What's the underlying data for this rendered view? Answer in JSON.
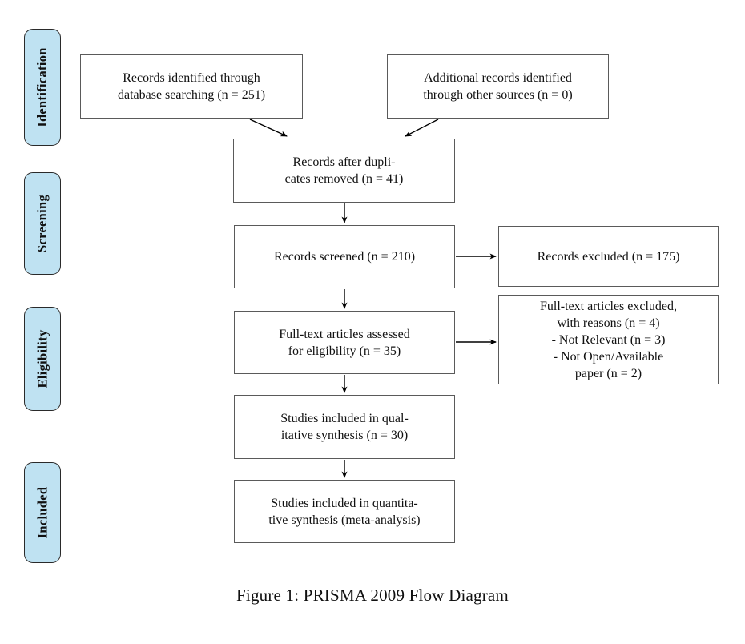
{
  "figure": {
    "caption": "Figure 1: PRISMA 2009 Flow Diagram"
  },
  "colors": {
    "stage_fill": "#bfe2f2",
    "stage_border": "#2a2a2a",
    "node_border": "#5a5a5a",
    "arrow": "#000000"
  },
  "stages": [
    {
      "label": "Identification"
    },
    {
      "label": "Screening"
    },
    {
      "label": "Eligibility"
    },
    {
      "label": "Included"
    }
  ],
  "nodes": {
    "identified": "Records identified through\ndatabase searching (n = 251)",
    "additional": "Additional records identified\nthrough other sources (n = 0)",
    "duplicates_removed": "Records after dupli-\ncates removed (n = 41)",
    "screened": "Records screened (n = 210)",
    "excluded": "Records excluded (n = 175)",
    "fulltext_assessed": "Full-text articles assessed\nfor eligibility (n = 35)",
    "fulltext_excluded": "Full-text articles excluded,\nwith reasons (n = 4)\n- Not Relevant (n = 3)\n- Not Open/Available\npaper (n = 2)",
    "qualitative": "Studies included in qual-\nitative synthesis (n = 30)",
    "quantitative": "Studies included in quantita-\ntive synthesis (meta-analysis)"
  }
}
